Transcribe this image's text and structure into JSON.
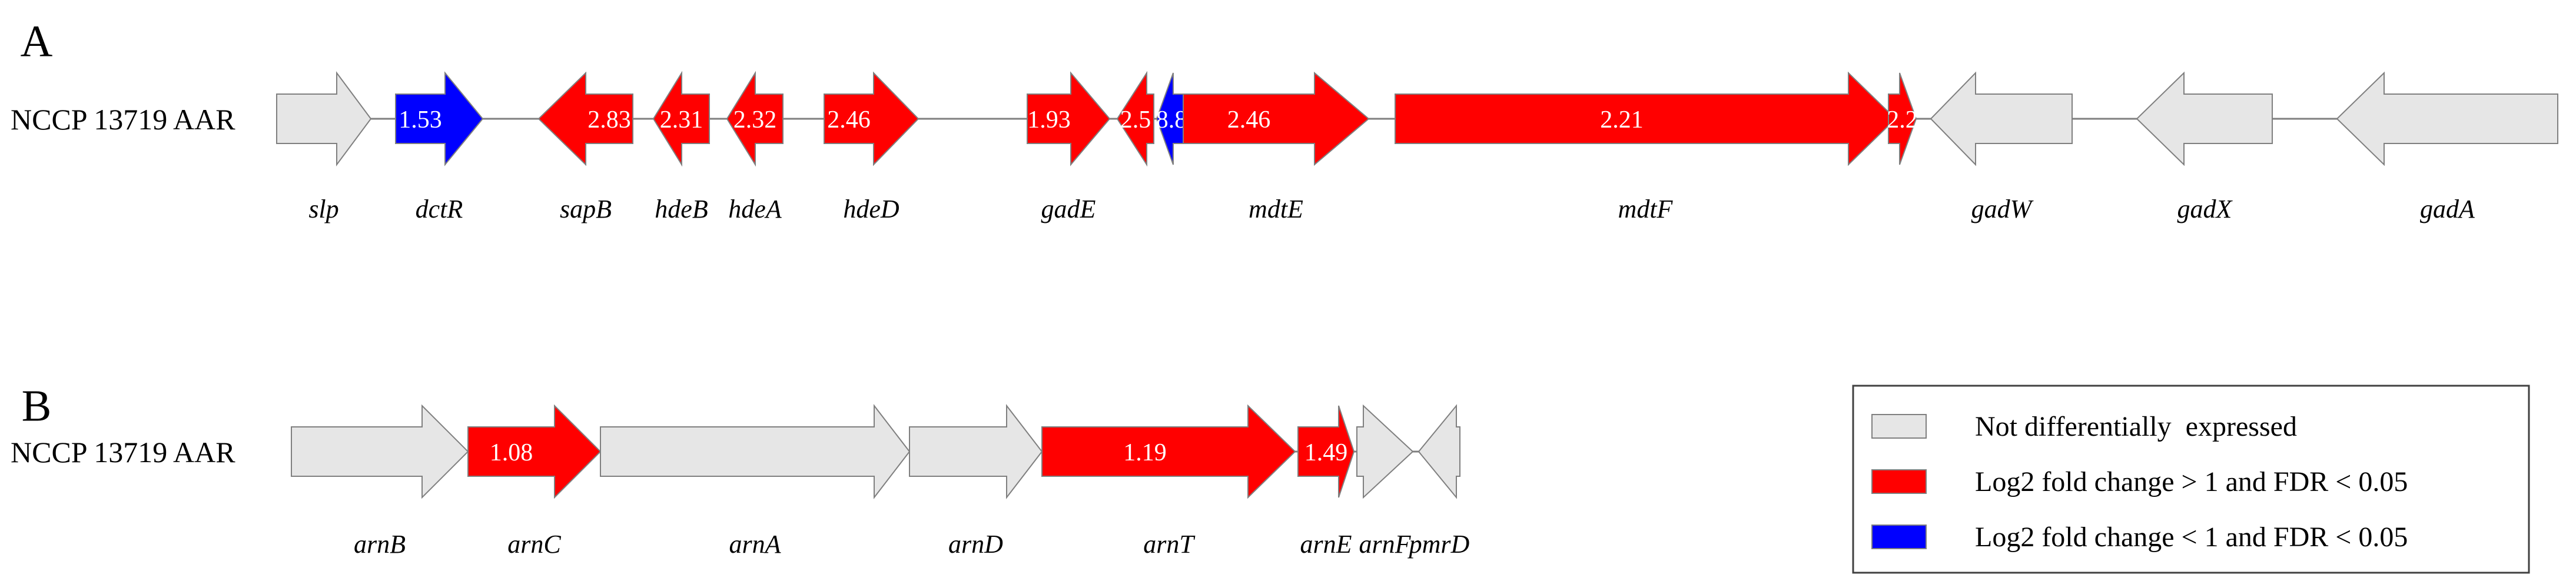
{
  "panels": [
    {
      "letter": "A",
      "strain": "NCCP 13719 AAR",
      "genes": [
        {
          "name": "slp",
          "value": "",
          "category": "not-differential",
          "direction": "forward"
        },
        {
          "name": "dctR",
          "value": "1.53",
          "category": "down",
          "direction": "forward"
        },
        {
          "name": "sapB",
          "value": "2.83",
          "category": "up",
          "direction": "reverse"
        },
        {
          "name": "hdeB",
          "value": "2.31",
          "category": "up",
          "direction": "reverse"
        },
        {
          "name": "hdeA",
          "value": "2.32",
          "category": "up",
          "direction": "reverse"
        },
        {
          "name": "hdeD",
          "value": "2.46",
          "category": "up",
          "direction": "forward"
        },
        {
          "name": "gadE",
          "value": "1.93",
          "category": "up",
          "direction": "forward"
        },
        {
          "name": "",
          "value": "2.5",
          "category": "up",
          "direction": "reverse"
        },
        {
          "name": "",
          "value": "8.8",
          "category": "down",
          "direction": "reverse"
        },
        {
          "name": "mdtE",
          "value": "2.46",
          "category": "up",
          "direction": "forward"
        },
        {
          "name": "mdtF",
          "value": "2.21",
          "category": "up",
          "direction": "forward"
        },
        {
          "name": "",
          "value": "2.2",
          "category": "up",
          "direction": "forward"
        },
        {
          "name": "gadW",
          "value": "",
          "category": "not-differential",
          "direction": "reverse"
        },
        {
          "name": "gadX",
          "value": "",
          "category": "not-differential",
          "direction": "reverse"
        },
        {
          "name": "gadA",
          "value": "",
          "category": "not-differential",
          "direction": "reverse"
        }
      ]
    },
    {
      "letter": "B",
      "strain": "NCCP 13719 AAR",
      "genes": [
        {
          "name": "arnB",
          "value": "",
          "category": "not-differential",
          "direction": "forward"
        },
        {
          "name": "arnC",
          "value": "1.08",
          "category": "up",
          "direction": "forward"
        },
        {
          "name": "arnA",
          "value": "",
          "category": "not-differential",
          "direction": "forward"
        },
        {
          "name": "arnD",
          "value": "",
          "category": "not-differential",
          "direction": "forward"
        },
        {
          "name": "arnT",
          "value": "1.19",
          "category": "up",
          "direction": "forward"
        },
        {
          "name": "arnE",
          "value": "1.49",
          "category": "up",
          "direction": "forward"
        },
        {
          "name": "arnF",
          "value": "",
          "category": "not-differential",
          "direction": "forward"
        },
        {
          "name": "pmrD",
          "value": "",
          "category": "not-differential",
          "direction": "reverse"
        }
      ]
    }
  ],
  "legend": [
    {
      "key": "not-differential",
      "label": "Not differentially  expressed"
    },
    {
      "key": "up",
      "label": "Log2 fold change > 1 and FDR < 0.05"
    },
    {
      "key": "down",
      "label": "Log2 fold change < 1 and FDR < 0.05"
    }
  ],
  "colors": {
    "not-differential": "#e6e6e6",
    "up": "#ff0000",
    "down": "#0000ff",
    "outline": "#7f7f7f",
    "line": "#7f7f7f",
    "text": "#000000"
  }
}
